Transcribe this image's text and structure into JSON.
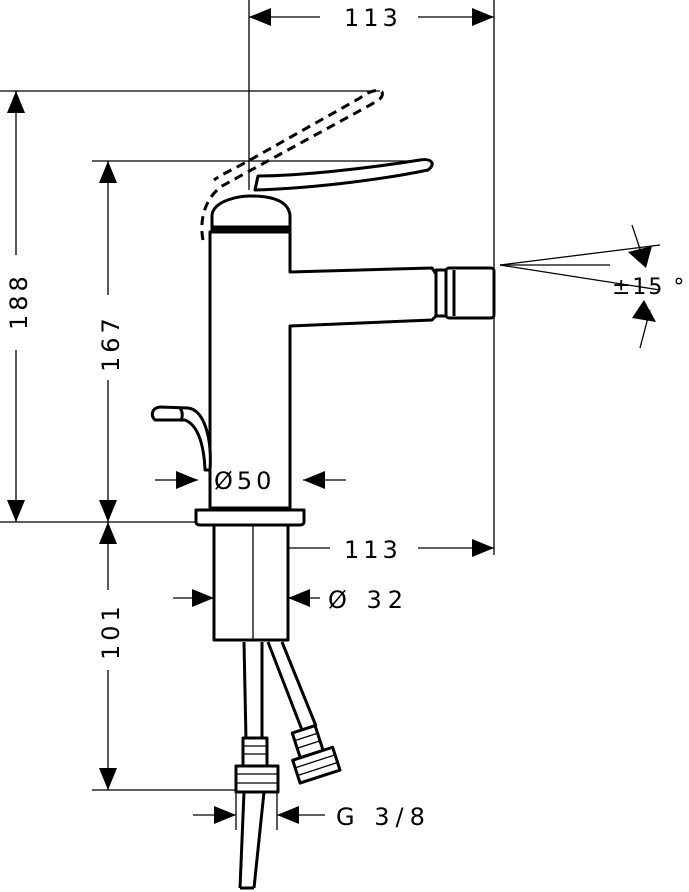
{
  "dimensions": {
    "spout_reach_top": "113",
    "spout_reach_bottom": "113",
    "total_height": "188",
    "spout_height": "167",
    "shank_length": "101",
    "body_diameter": "Ø50",
    "shank_diameter": "Ø 32",
    "connection_thread": "G 3/8",
    "swivel_angle": "±15 °"
  }
}
